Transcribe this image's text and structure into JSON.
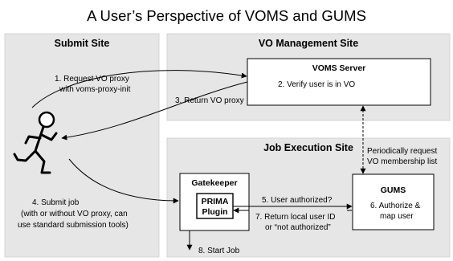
{
  "title": "A User’s Perspective of VOMS and GUMS",
  "panels": {
    "submit_site": "Submit Site",
    "vo_management_site": "VO Management Site",
    "job_execution_site": "Job Execution Site"
  },
  "boxes": {
    "voms_server": {
      "title": "VOMS Server",
      "text": "2. Verify user is in VO"
    },
    "gatekeeper": {
      "title": "Gatekeeper"
    },
    "prima_plugin": {
      "line1": "PRIMA",
      "line2": "Plugin"
    },
    "gums": {
      "title": "GUMS",
      "line1": "6. Authorize &",
      "line2": "map user"
    }
  },
  "steps": {
    "step1": {
      "line1": "1. Request VO proxy",
      "line2": "with voms-proxy-init"
    },
    "step3": "3. Return VO proxy",
    "step4": {
      "line1": "4. Submit job",
      "line2": "(with or without VO proxy, can",
      "line3": "use standard submission tools)"
    },
    "step5": "5. User authorized?",
    "step7": {
      "line1": "7. Return local user ID",
      "line2": "or “not authorized”"
    },
    "step8": "8. Start Job",
    "periodic": {
      "line1": "Periodically request",
      "line2": "VO membership list"
    }
  },
  "colors": {
    "panel_fill": "#e6e6e6",
    "panel_border": "#d4d4d4",
    "line": "#000000",
    "box_fill": "#ffffff"
  },
  "icons": {
    "user": "stick-figure-runner-icon"
  }
}
